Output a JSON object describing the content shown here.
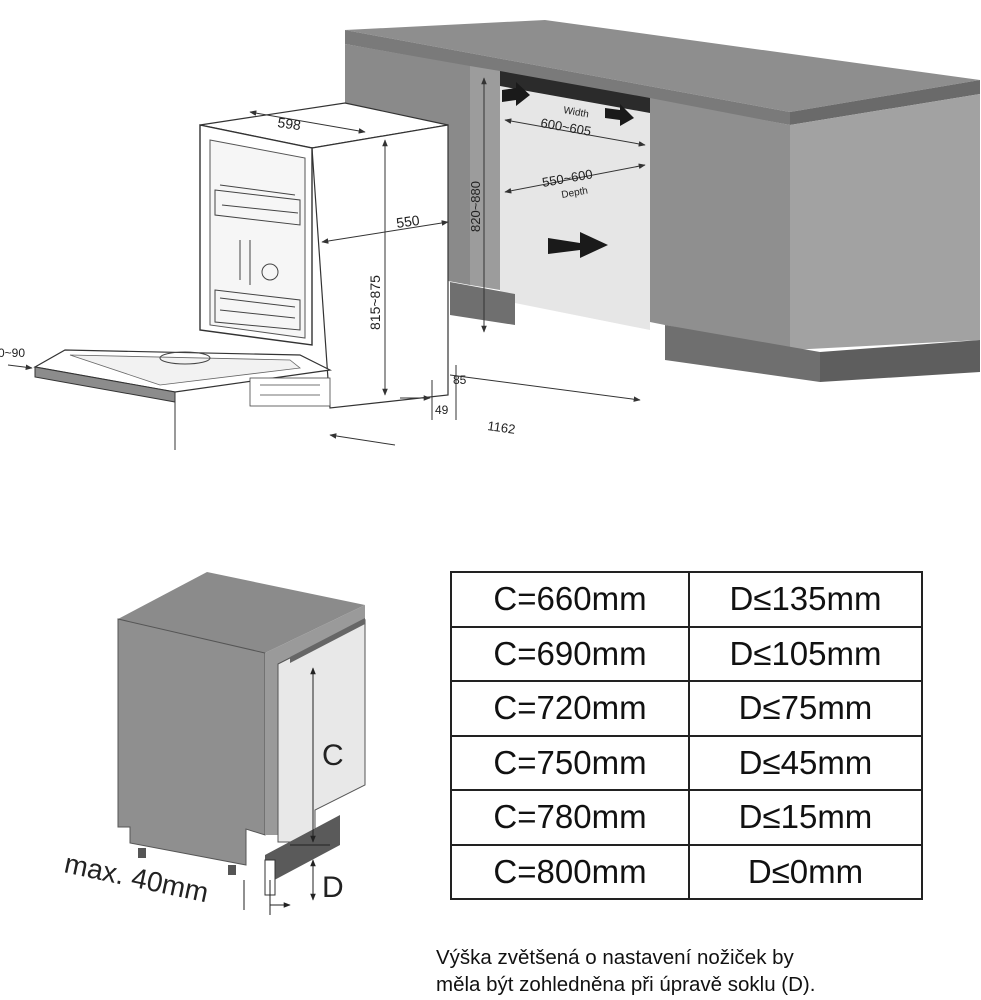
{
  "diagram": {
    "cabinet": {
      "width_label": "Width",
      "width_value": "600~605",
      "depth_value": "550~600",
      "depth_label": "Depth",
      "height_value": "820~880"
    },
    "appliance": {
      "width": "598",
      "depth": "550",
      "height": "815~875",
      "door_angle": "0~90",
      "plinth_gap": "85",
      "plinth_depth": "49",
      "open_length": "1162"
    }
  },
  "side_view": {
    "label_c": "C",
    "label_d": "D",
    "max_note": "max. 40mm"
  },
  "table": {
    "rows": [
      {
        "c": "C=660mm",
        "d": "D≤135mm"
      },
      {
        "c": "C=690mm",
        "d": "D≤105mm"
      },
      {
        "c": "C=720mm",
        "d": "D≤75mm"
      },
      {
        "c": "C=750mm",
        "d": "D≤45mm"
      },
      {
        "c": "C=780mm",
        "d": "D≤15mm"
      },
      {
        "c": "C=800mm",
        "d": "D≤0mm"
      }
    ]
  },
  "note": {
    "line1": "Výška zvětšená o nastavení nožiček by",
    "line2": "měla být zohledněna při úpravě soklu (D)."
  }
}
